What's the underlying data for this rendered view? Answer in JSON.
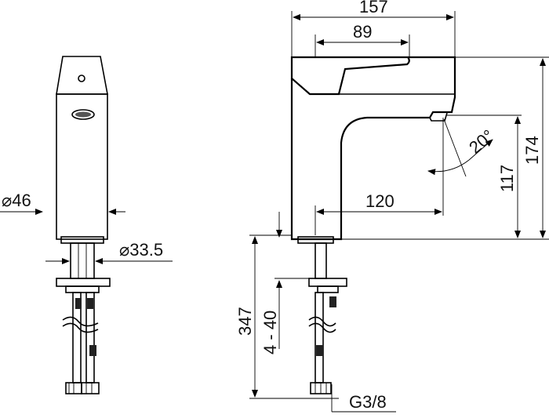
{
  "dimensions": {
    "total_width": "157",
    "handle_length": "89",
    "total_height": "174",
    "spout_height": "117",
    "spout_reach": "120",
    "spray_angle": "20°",
    "body_diameter": "⌀46",
    "shank_diameter": "⌀33.5",
    "pipe_length": "347",
    "deck_thickness": "4 - 40",
    "connection_thread": "G3/8"
  }
}
